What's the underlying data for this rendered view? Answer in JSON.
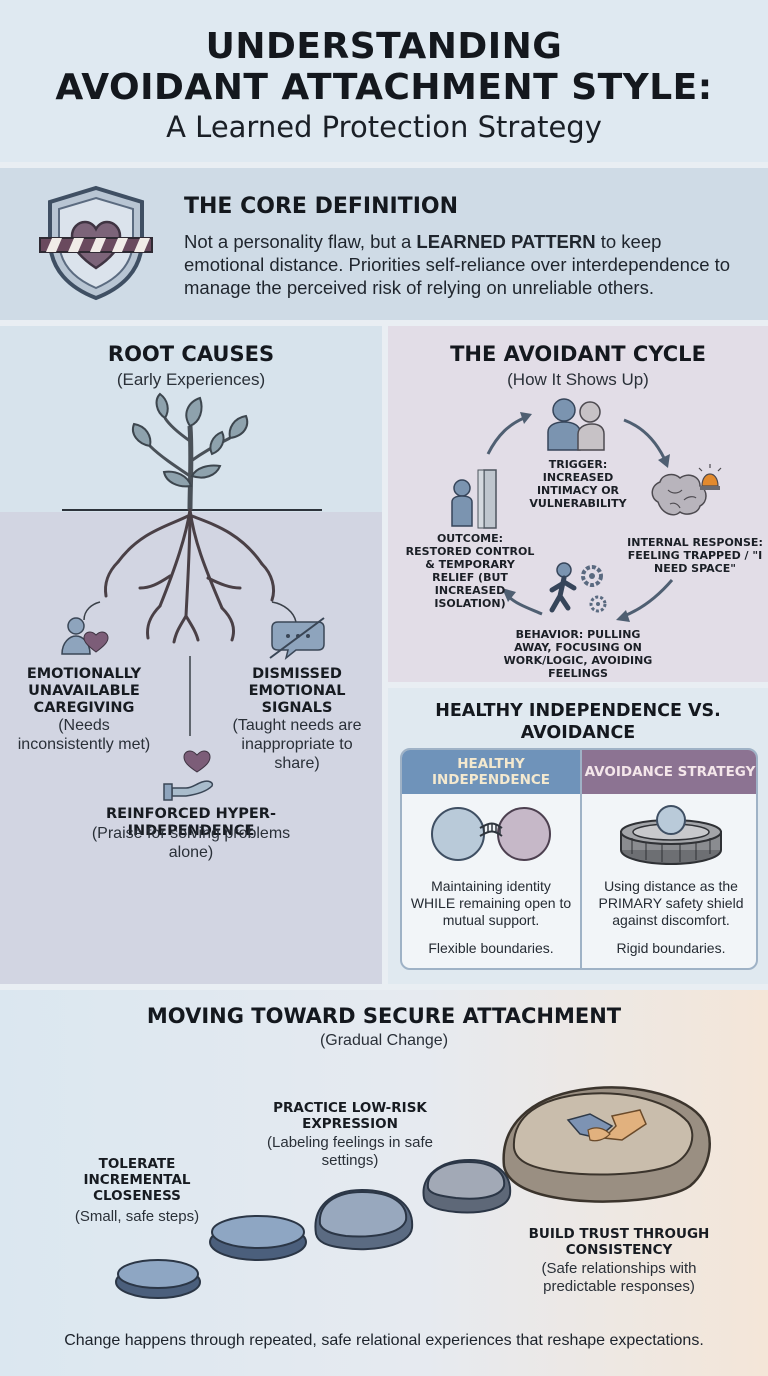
{
  "header": {
    "title_line1": "UNDERSTANDING",
    "title_line2": "AVOIDANT ATTACHMENT STYLE:",
    "subtitle": "A Learned Protection Strategy"
  },
  "core": {
    "heading": "THE CORE DEFINITION",
    "text_before": "Not a personality flaw, but a ",
    "text_bold": "LEARNED PATTERN",
    "text_after": " to keep emotional distance. Priorities self-reliance over interdependence to manage the perceived risk of relying on unreliable others.",
    "icon": "shield-heart-icon"
  },
  "roots": {
    "heading": "ROOT CAUSES",
    "subheading": "(Early Experiences)",
    "causes": [
      {
        "title": "EMOTIONALLY UNAVAILABLE CAREGIVING",
        "desc": "(Needs inconsistently met)",
        "icon": "person-heart-icon"
      },
      {
        "title": "DISMISSED EMOTIONAL SIGNALS",
        "desc": "(Taught needs are inappropriate to share)",
        "icon": "muted-speech-icon"
      },
      {
        "title": "REINFORCED HYPER-INDEPENDENCE",
        "desc": "(Praise for solving problems alone)",
        "icon": "hand-heart-icon"
      }
    ]
  },
  "cycle": {
    "heading": "THE AVOIDANT CYCLE",
    "subheading": "(How It Shows Up)",
    "trigger": "TRIGGER: INCREASED INTIMACY OR VULNERABILITY",
    "internal": "INTERNAL RESPONSE: FEELING TRAPPED / \"I NEED SPACE\"",
    "behavior": "BEHAVIOR: PULLING AWAY, FOCUSING ON WORK/LOGIC, AVOIDING FEELINGS",
    "outcome": "OUTCOME: RESTORED CONTROL & TEMPORARY RELIEF (BUT INCREASED ISOLATION)"
  },
  "health": {
    "heading": "HEALTHY INDEPENDENCE VS. AVOIDANCE",
    "left": {
      "title": "HEALTHY INDEPENDENCE",
      "text": "Maintaining identity WHILE remaining open to mutual support.",
      "note": "Flexible boundaries.",
      "icon": "bridged-circles-icon"
    },
    "right": {
      "title": "AVOIDANCE STRATEGY",
      "text": "Using distance as the PRIMARY safety shield against discomfort.",
      "note": "Rigid boundaries.",
      "icon": "walled-fortress-icon"
    }
  },
  "secure": {
    "heading": "MOVING TOWARD SECURE ATTACHMENT",
    "subheading": "(Gradual Change)",
    "steps": [
      {
        "title": "TOLERATE INCREMENTAL CLOSENESS",
        "desc": "(Small, safe steps)"
      },
      {
        "title": "PRACTICE LOW-RISK EXPRESSION",
        "desc": "(Labeling feelings in safe settings)"
      },
      {
        "title": "BUILD TRUST THROUGH CONSISTENCY",
        "desc": "(Safe relationships with predictable responses)"
      }
    ],
    "footer": "Change happens through repeated, safe relational experiences that reshape expectations."
  }
}
